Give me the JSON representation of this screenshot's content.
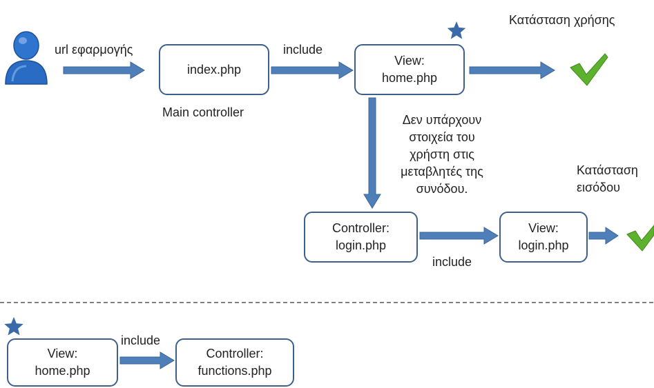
{
  "colors": {
    "arrow": "#4f7fb8",
    "arrow_edge": "#3b6497",
    "box_border": "#3d5f8c",
    "star": "#3a6aa8",
    "check": "#5cb22c",
    "user_icon": "#2a6cc4",
    "divider": "#555555"
  },
  "icons": {
    "user": "user-icon",
    "star": "star-icon",
    "check": "checkmark-icon"
  },
  "labels": {
    "url": "url εφαρμογής",
    "include_top": "include",
    "main_controller": "Main controller",
    "usage_state": "Κατάσταση χρήσης",
    "no_session_data": [
      "Δεν υπάρχουν",
      "στοιχεία του",
      "χρήστη στις",
      "μεταβλητές της",
      "συνόδου."
    ],
    "login_state": [
      "Κατάσταση",
      "εισόδου"
    ],
    "include_mid": "include",
    "include_bottom": "include"
  },
  "boxes": {
    "index": [
      "index.php"
    ],
    "view_home": [
      "View:",
      "home.php"
    ],
    "controller_login": [
      "Controller:",
      "login.php"
    ],
    "view_login": [
      "View:",
      "login.php"
    ],
    "legend_view_home": [
      "View:",
      "home.php"
    ],
    "legend_controller_functions": [
      "Controller:",
      "functions.php"
    ]
  }
}
